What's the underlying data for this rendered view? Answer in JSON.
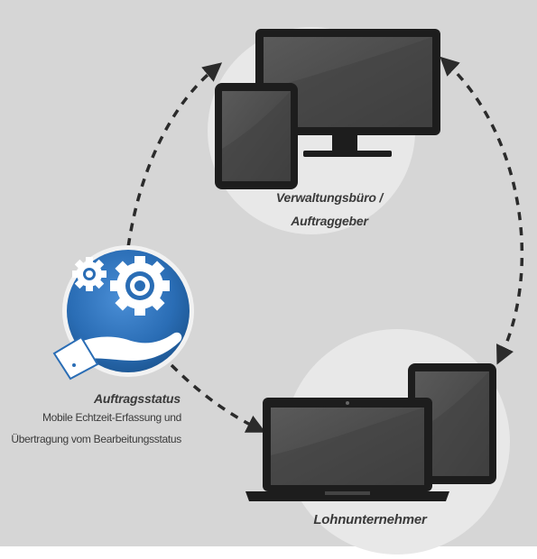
{
  "nodes": {
    "office": {
      "label_line1": "Verwaltungsbüro /",
      "label_line2": "Auftraggeber"
    },
    "contractor": {
      "label": "Lohnunternehmer"
    },
    "status": {
      "title": "Auftragsstatus",
      "line1": "Mobile Echtzeit-Erfassung und",
      "line2": "Übertragung vom Bearbeitungsstatus"
    }
  },
  "icons": {
    "office": [
      "monitor-icon",
      "tablet-icon"
    ],
    "contractor": [
      "laptop-icon",
      "tablet-icon"
    ],
    "status": [
      "gears-icon",
      "hand-icon"
    ]
  },
  "colors": {
    "background": "#d6d6d6",
    "circle": "#e8e8e8",
    "device": "#1d1d1d",
    "screen": "#4a4a4a",
    "badge_blue": "#2a6db5",
    "arrow": "#2b2b2b"
  }
}
